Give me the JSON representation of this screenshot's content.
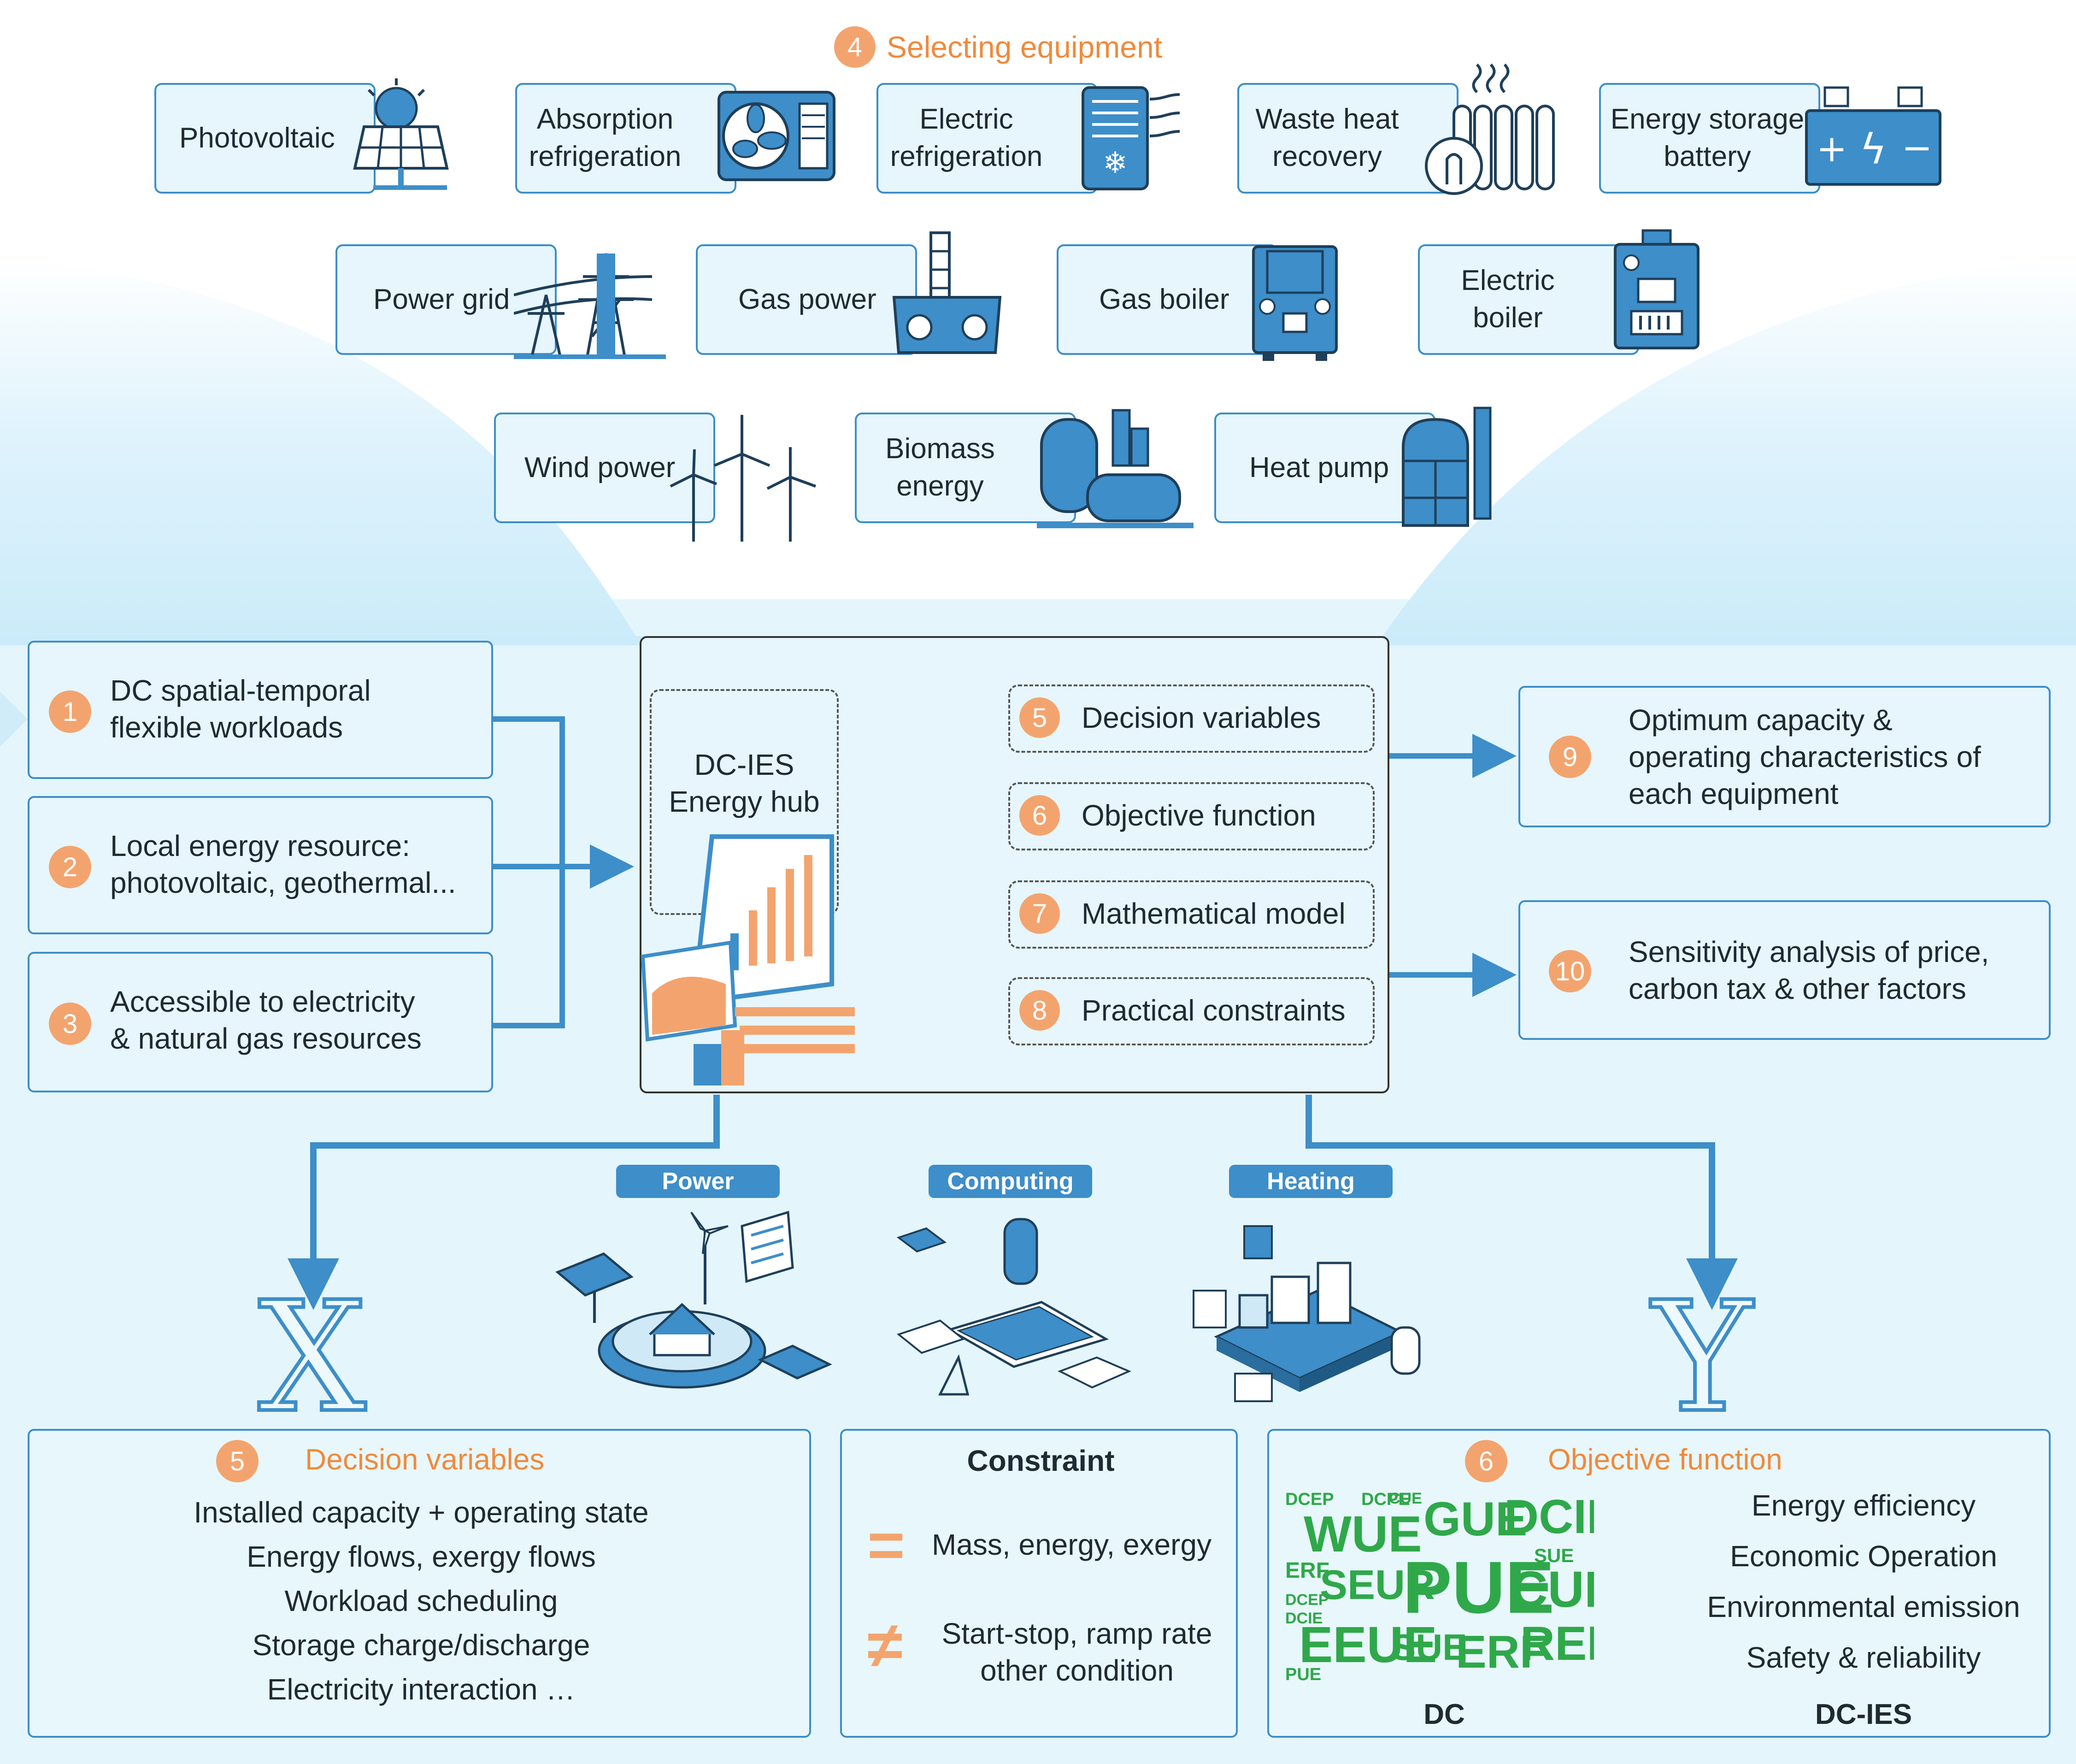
{
  "header": {
    "number": "4",
    "title": "Selecting equipment"
  },
  "equipment": [
    {
      "label": "Photovoltaic",
      "icon": "solar-panel-icon"
    },
    {
      "label": "Absorption\nrefrigeration",
      "icon": "fan-unit-icon"
    },
    {
      "label": "Electric\nrefrigeration",
      "icon": "ac-unit-icon"
    },
    {
      "label": "Waste heat\nrecovery",
      "icon": "radiator-icon"
    },
    {
      "label": "Energy storage\nbattery",
      "icon": "battery-icon"
    },
    {
      "label": "Power grid",
      "icon": "power-tower-icon"
    },
    {
      "label": "Gas power",
      "icon": "gas-plant-icon"
    },
    {
      "label": "Gas boiler",
      "icon": "gas-boiler-icon"
    },
    {
      "label": "Electric\nboiler",
      "icon": "electric-boiler-icon"
    },
    {
      "label": "Wind power",
      "icon": "wind-turbine-icon"
    },
    {
      "label": "Biomass\nenergy",
      "icon": "biomass-plant-icon"
    },
    {
      "label": "Heat pump",
      "icon": "heat-pump-icon"
    }
  ],
  "inputs": [
    {
      "number": "1",
      "text": "DC spatial-temporal\nflexible workloads"
    },
    {
      "number": "2",
      "text": "Local energy resource:\nphotovoltaic,  geothermal..."
    },
    {
      "number": "3",
      "text": "Accessible to electricity\n& natural gas resources"
    }
  ],
  "hub": {
    "label": "DC-IES\nEnergy hub",
    "icon": "dashboard-monitor-icon"
  },
  "hub_items": [
    {
      "number": "5",
      "text": "Decision variables"
    },
    {
      "number": "6",
      "text": "Objective function"
    },
    {
      "number": "7",
      "text": "Mathematical model"
    },
    {
      "number": "8",
      "text": "Practical constraints"
    }
  ],
  "outputs": [
    {
      "number": "9",
      "text": "Optimum capacity &\noperating characteristics of\neach equipment"
    },
    {
      "number": "10",
      "text": "Sensitivity analysis of price,\ncarbon tax & other factors"
    }
  ],
  "tags": [
    "Power",
    "Computing",
    "Heating"
  ],
  "x_letter": "X",
  "y_letter": "Y",
  "decision": {
    "number": "5",
    "title": "Decision variables",
    "lines": [
      "Installed capacity + operating state",
      "Energy flows, exergy flows",
      "Workload scheduling",
      "Storage charge/discharge",
      "Electricity interaction  …"
    ]
  },
  "constraint": {
    "title": "Constraint",
    "eq_symbol": "=",
    "eq_text": "Mass, energy, exergy",
    "neq_symbol": "≠",
    "neq_text": "Start-stop, ramp rate\nother condition"
  },
  "objective": {
    "number": "6",
    "title": "Objective function",
    "items": [
      "Energy efficiency",
      "Economic Operation",
      "Environmental emission",
      "Safety & reliability"
    ],
    "left_label": "DC",
    "right_label": "DC-IES",
    "wordcloud": [
      "DCEP",
      "WUE",
      "DCPE",
      "GUE",
      "DCIE",
      "CUE",
      "ERF",
      "SUE",
      "PUE",
      "SEUR",
      "EEUE",
      "REF",
      "DCEP",
      "DCIE",
      "PUE",
      "SUE",
      "CUE",
      "ERF"
    ]
  },
  "colors": {
    "accent": "#3d8ec9",
    "orange": "#f3a46e",
    "green": "#2fa84a",
    "bg": "#e4f6fc"
  }
}
